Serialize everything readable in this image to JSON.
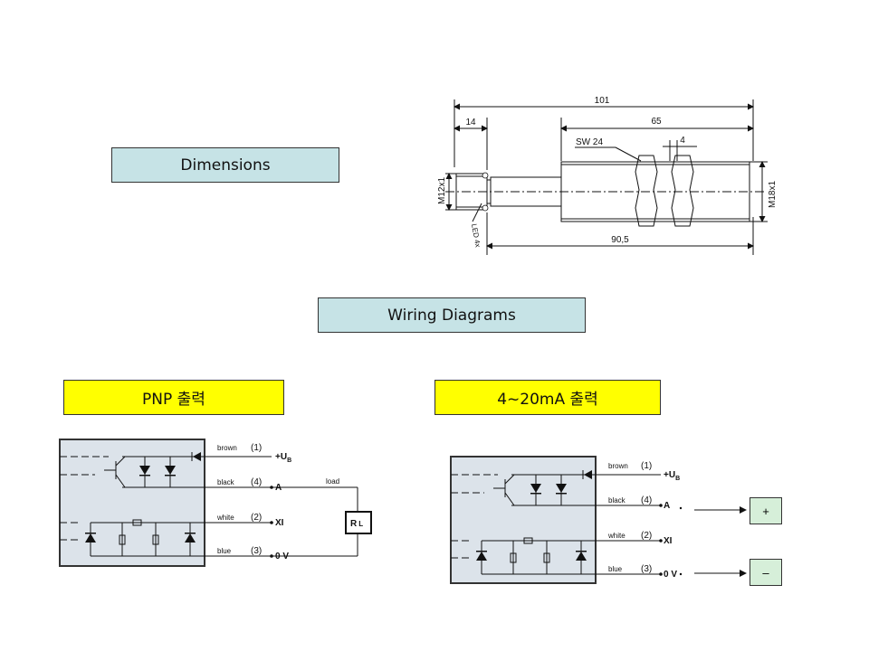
{
  "labels": {
    "dimensions": "Dimensions",
    "wiring": "Wiring Diagrams",
    "pnp": "PNP 출력",
    "ma": "4~20mA 출력"
  },
  "dimensions_drawing": {
    "overall": "101",
    "left_len": "14",
    "right_len": "65",
    "wrench": "SW 24",
    "nut": "4",
    "thread_left": "M12x1",
    "thread_right": "M18x1",
    "led": "LED 4x",
    "lower_len": "90,5"
  },
  "wiring_pnp": {
    "brown": "brown",
    "black": "black",
    "white": "white",
    "blue": "blue",
    "n1": "(1)",
    "n2": "(2)",
    "n3": "(3)",
    "n4": "(4)",
    "ub": "+U",
    "ub_sub": "B",
    "a": "A",
    "xi": "XI",
    "zero": "0 V",
    "load": "load",
    "rl": "R",
    "rl_sub": "L"
  },
  "wiring_ma": {
    "brown": "brown",
    "black": "black",
    "white": "white",
    "blue": "blue",
    "n1": "(1)",
    "n2": "(2)",
    "n3": "(3)",
    "n4": "(4)",
    "ub": "+U",
    "ub_sub": "B",
    "a": "A",
    "xi": "XI",
    "zero": "0 V",
    "plus": "+",
    "minus": "–"
  }
}
